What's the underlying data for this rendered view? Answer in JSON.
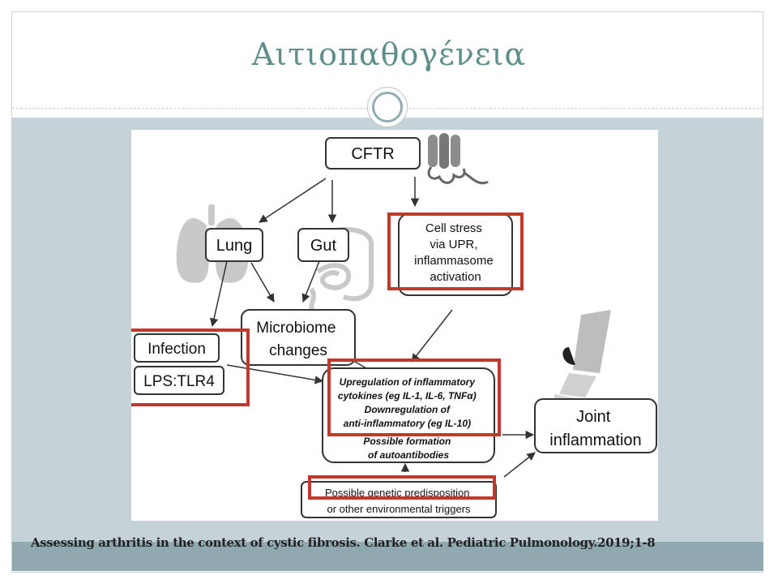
{
  "slide": {
    "title": "Αιτιοπαθογένεια",
    "caption": "Assessing arthritis in the context of cystic fibrosis. Clarke et al. Pediatric Pulmonology.2019;1-8"
  },
  "diagram": {
    "cftr": "CFTR",
    "lung": "Lung",
    "gut": "Gut",
    "cell_stress": [
      "Cell stress",
      "via UPR,",
      "inflammasome",
      "activation"
    ],
    "microbiome": [
      "Microbiome",
      "changes"
    ],
    "infection": "Infection",
    "lps": "LPS:TLR4",
    "central": [
      "Upregulation of inflammatory",
      "cytokines (eg IL-1, IL-6, TNFα)",
      "Downregulation of",
      "anti-inflammatory (eg IL-10)",
      "Possible formation",
      "of autoantibodies"
    ],
    "joint": [
      "Joint",
      "inflammation"
    ],
    "genetic": [
      "Possible genetic predisposition",
      "or other environmental triggers"
    ]
  },
  "colors": {
    "title": "#5f8f8a",
    "highlight": "#c0392b",
    "band": "#c5d3d8",
    "bottom_band": "#8fa9ae"
  }
}
